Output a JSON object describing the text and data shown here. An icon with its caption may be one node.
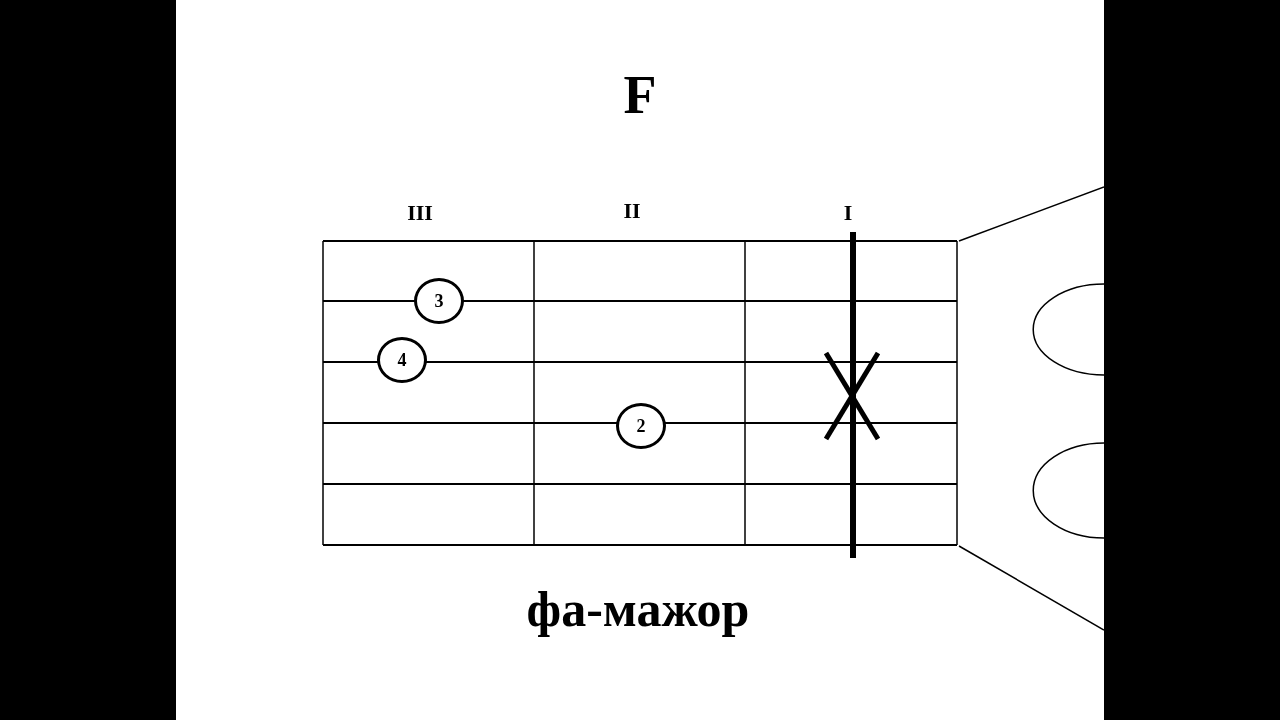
{
  "diagram": {
    "title": "F",
    "caption": "фа-мажор",
    "nodes": [
      {
        "text": [
          "3"
        ]
      },
      {
        "text": [
          "4"
        ]
      },
      {
        "text": [
          "2"
        ]
      }
    ],
    "labels": [
      "III",
      "II",
      "I"
    ]
  }
}
